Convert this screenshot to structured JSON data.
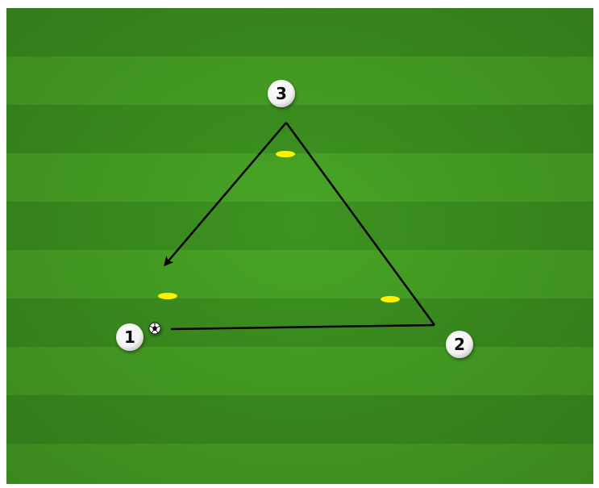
{
  "drill": {
    "players": [
      {
        "label": "1",
        "name": "player-1-marker"
      },
      {
        "label": "2",
        "name": "player-2-marker"
      },
      {
        "label": "3",
        "name": "player-3-marker"
      }
    ],
    "cones": 3,
    "ball": true
  },
  "colors": {
    "grass_light": "#48a525",
    "grass_dark": "#3d9320",
    "cone": "#fff200",
    "line": "#000000",
    "player_fill": "#ffffff",
    "player_text": "#111111"
  }
}
